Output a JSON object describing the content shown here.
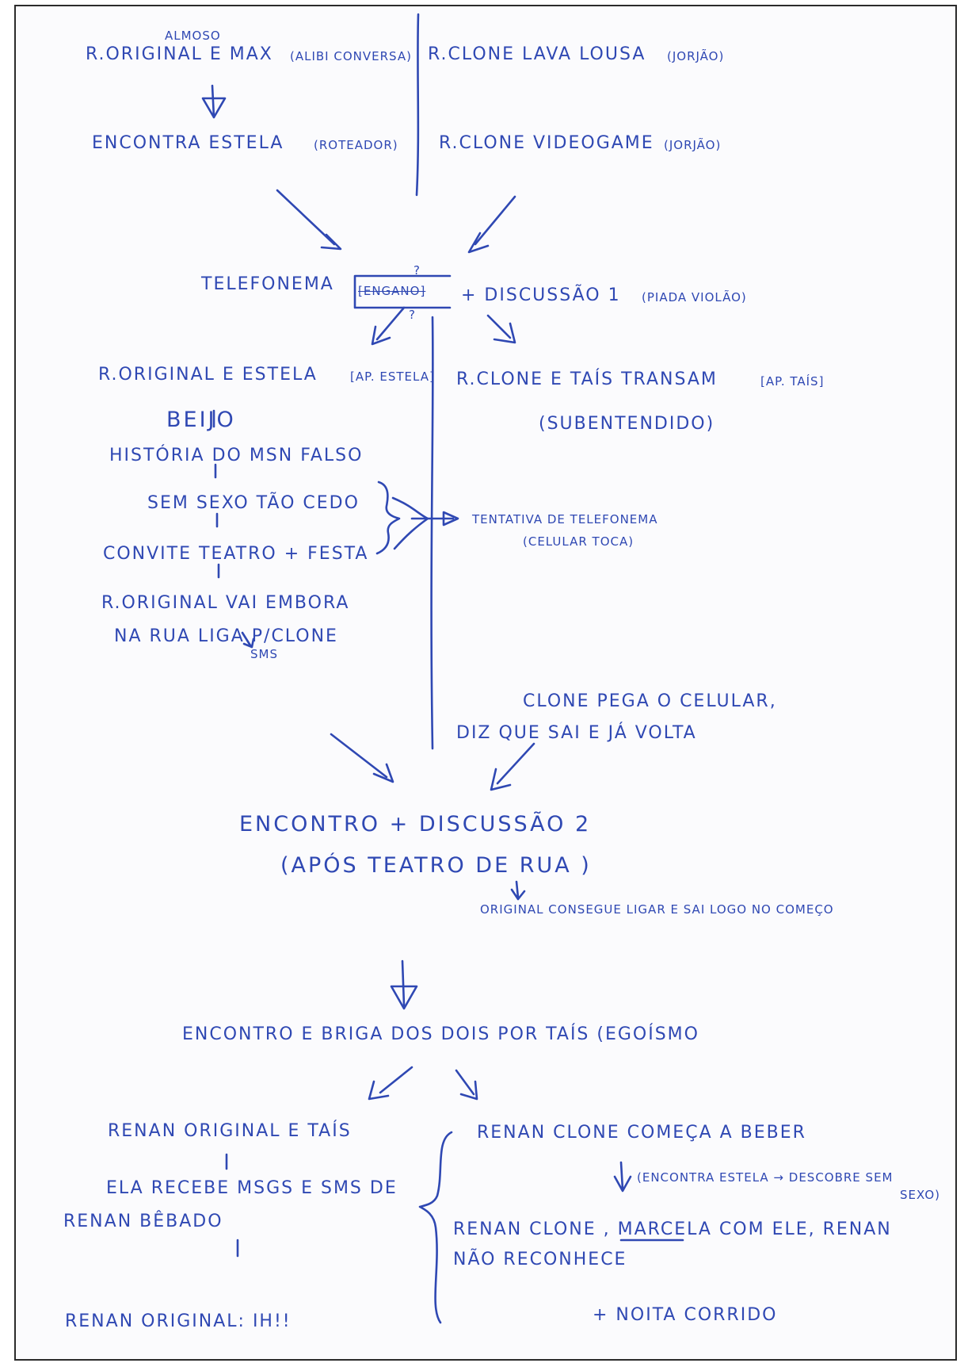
{
  "notes": {
    "almoso": "ALMOSO",
    "r_original_max": "R.ORIGINAL E MAX",
    "alibi": "(ALIBI CONVERSA)",
    "r_clone_lava": "R.CLONE LAVA LOUSA",
    "jorjao_1": "(JORJÃO)",
    "encontra_estela": "ENCONTRA ESTELA",
    "roteador": "(ROTEADOR)",
    "r_clone_videogame": "R.CLONE VIDEOGAME",
    "jorjao_2": "(JORJÃO)",
    "telefonema": "TELEFONEMA",
    "telefonema_crossed": "[ENGANO]",
    "telefonema_q1": "?",
    "telefonema_q2": "?",
    "discussao_1": "+ DISCUSSÃO 1",
    "piada": "(PIADA VIOLÃO)",
    "r_original_estela": "R.ORIGINAL E ESTELA",
    "ap_estela": "[AP. ESTELA]",
    "r_clone_tais": "R.CLONE E TAÍS TRANSAM",
    "ap_tais": "[AP. TAÍS]",
    "subentendido": "(SUBENTENDIDO)",
    "beijo": "BEIJO",
    "historia_msn": "HISTÓRIA DO MSN FALSO",
    "sem_sexo": "SEM SEXO TÃO CEDO",
    "convite": "CONVITE TEATRO + FESTA",
    "tentativa": "TENTATIVA DE TELEFONEMA",
    "celular_toca": "(CELULAR TOCA)",
    "vai_embora": "R.ORIGINAL VAI EMBORA",
    "na_rua": "NA RUA LIGA P/CLONE",
    "sms": "SMS",
    "clone_pega": "CLONE PEGA O CELULAR,",
    "diz_que": "DIZ QUE SAI E JÁ VOLTA",
    "encontro_discussao": "ENCONTRO + DISCUSSÃO 2",
    "apos_teatro": "(APÓS TEATRO DE RUA )",
    "original_consegue": "ORIGINAL CONSEGUE LIGAR E SAI LOGO NO COMEÇO",
    "encontro_briga": "ENCONTRO E BRIGA DOS DOIS POR TAÍS (EGOÍSMO",
    "renan_original_tais": "RENAN ORIGINAL E TAÍS",
    "ela_recebe": "ELA RECEBE MSGS E SMS DE",
    "renan_bebado": "RENAN BÊBADO",
    "renan_original_ih": "RENAN ORIGINAL: IH!!",
    "renan_clone_beber": "RENAN CLONE COMEÇA A BEBER",
    "encontra_estela_small": "(ENCONTRA ESTELA → DESCOBRE SEM",
    "sexo": "SEXO)",
    "renan_clone_marcela": "RENAN CLONE , MARCELA COM ELE, RENAN",
    "nao_reconhece": "NÃO RECONHECE",
    "noita_corrido": "+ NOITA CORRIDO"
  }
}
